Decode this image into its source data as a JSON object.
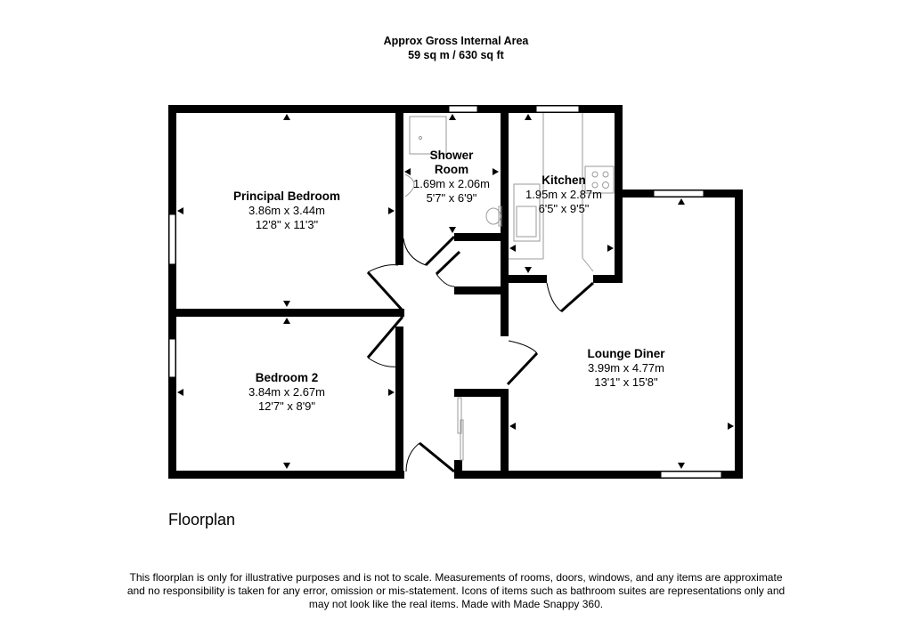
{
  "header": {
    "title": "Approx Gross Internal Area",
    "area": "59 sq m / 630 sq ft"
  },
  "rooms": [
    {
      "name": "Principal Bedroom",
      "metric": "3.86m x 3.44m",
      "imperial": "12'8\" x 11'3\""
    },
    {
      "name": "Shower",
      "name2": "Room",
      "metric": "1.69m x 2.06m",
      "imperial": "5'7\" x 6'9\""
    },
    {
      "name": "Kitchen",
      "metric": "1.95m x 2.87m",
      "imperial": "6'5\" x 9'5\""
    },
    {
      "name": "Bedroom 2",
      "metric": "3.84m x 2.67m",
      "imperial": "12'7\" x 8'9\""
    },
    {
      "name": "Lounge Diner",
      "metric": "3.99m x 4.77m",
      "imperial": "13'1\" x 15'8\""
    }
  ],
  "plan_title": "Floorplan",
  "footer": {
    "line1": "This floorplan is only for illustrative purposes and is not to scale. Measurements of rooms, doors, windows, and any items are approximate",
    "line2": "and no responsibility is taken for any error, omission or mis-statement. Icons of items such as bathroom suites are representations only and",
    "line3": "may not look like the real items. Made with Made Snappy 360."
  },
  "colors": {
    "wall": "#000000",
    "fixture": "#9a9a9a",
    "background": "#ffffff"
  }
}
